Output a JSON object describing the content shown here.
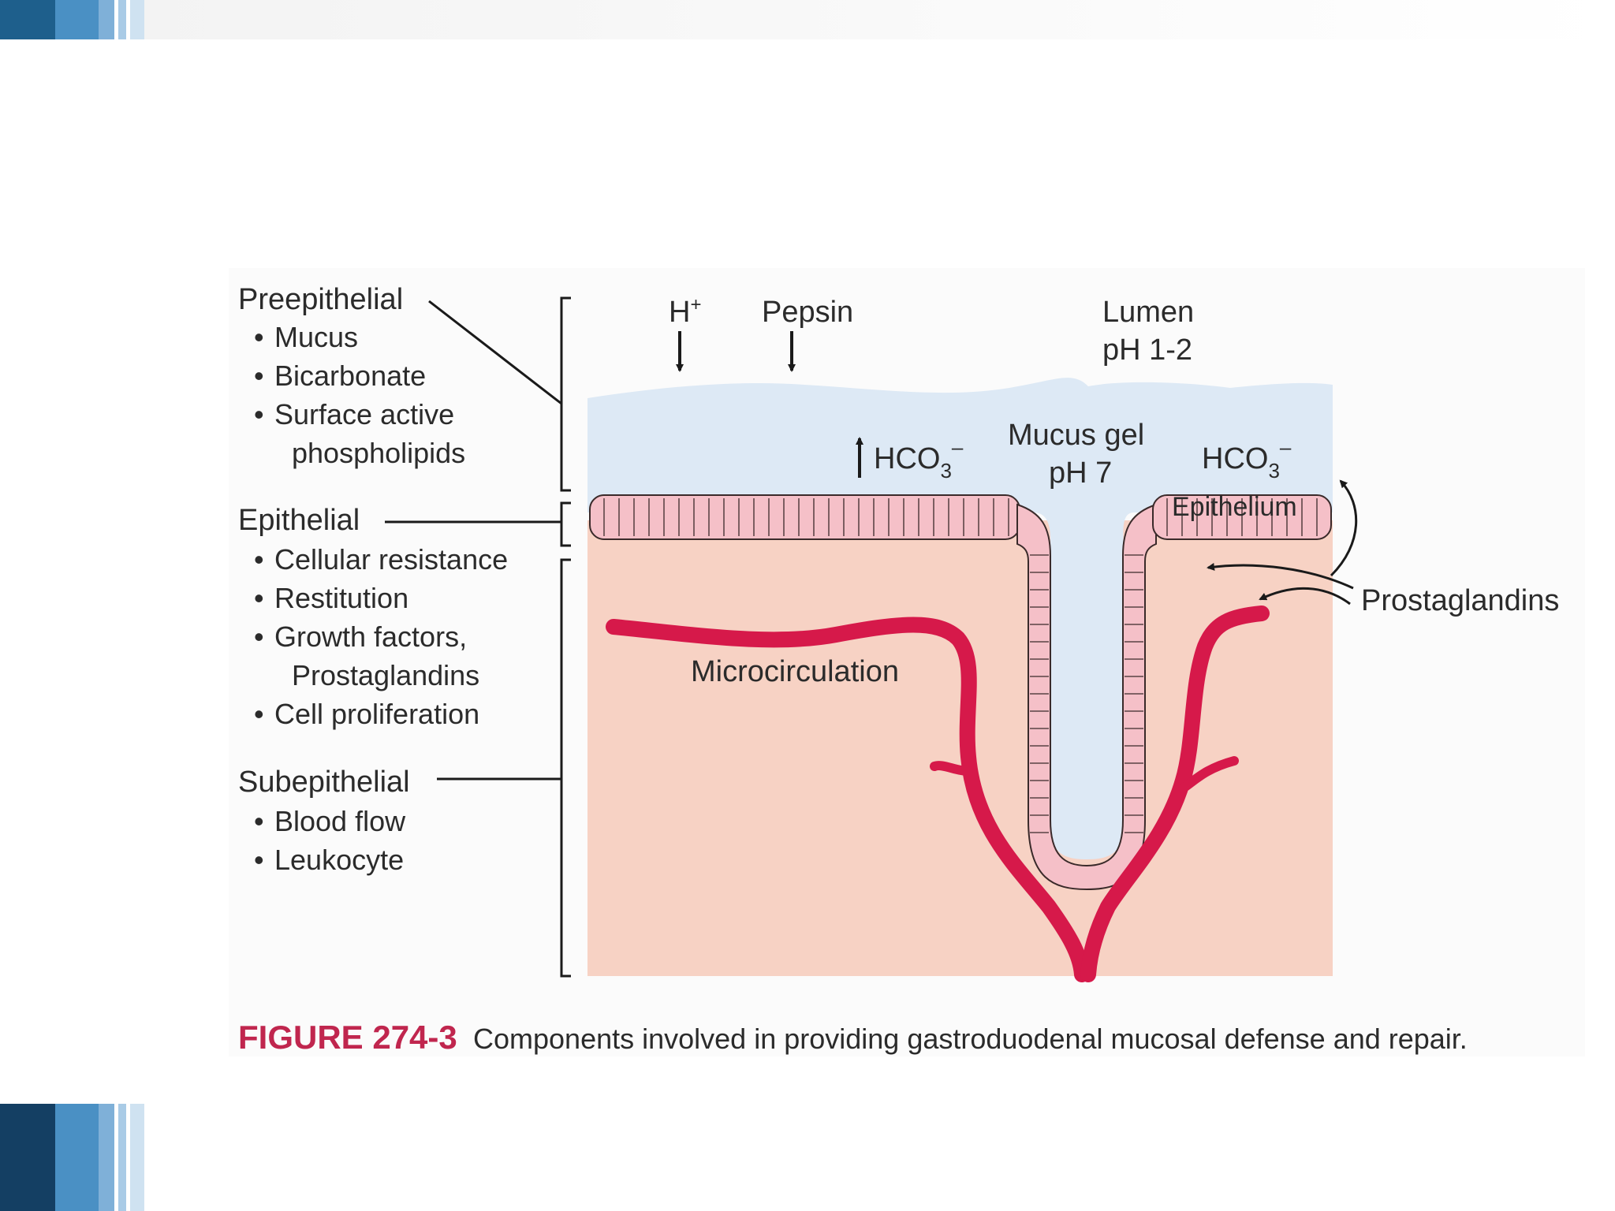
{
  "colors": {
    "lumen": "#dde9f5",
    "mucosa": "#f7d2c4",
    "epithelium": "#f5c0c8",
    "vessel": "#d6194a",
    "ink": "#1a1a1a",
    "caption_accent": "#c0264e",
    "deco_blue_dark": "#1e5f8c",
    "deco_blue_mid": "#4a90c4",
    "deco_blue_light": "#a9cbe6"
  },
  "left_panel": {
    "preepithelial": {
      "heading": "Preepithelial",
      "items": [
        "Mucus",
        "Bicarbonate",
        "Surface active",
        "phospholipids"
      ]
    },
    "epithelial": {
      "heading": "Epithelial",
      "items": [
        "Cellular resistance",
        "Restitution",
        "Growth factors,",
        "Prostaglandins",
        "Cell proliferation"
      ]
    },
    "subepithelial": {
      "heading": "Subepithelial",
      "items": [
        "Blood flow",
        "Leukocyte"
      ]
    }
  },
  "bullet": "•",
  "diagram": {
    "h_plus": "H",
    "h_plus_sup": "+",
    "pepsin": "Pepsin",
    "lumen": "Lumen",
    "lumen_ph": "pH 1-2",
    "mucus_gel": "Mucus gel",
    "mucus_ph": "pH 7",
    "hco3_base": "HCO",
    "hco3_sub": "3",
    "hco3_sup": "–",
    "epithelium": "Epithelium",
    "prostaglandins": "Prostaglandins",
    "microcirculation": "Microcirculation"
  },
  "caption": {
    "figure": "FIGURE 274-3",
    "text": "Components involved in providing gastroduodenal mucosal defense and repair."
  }
}
